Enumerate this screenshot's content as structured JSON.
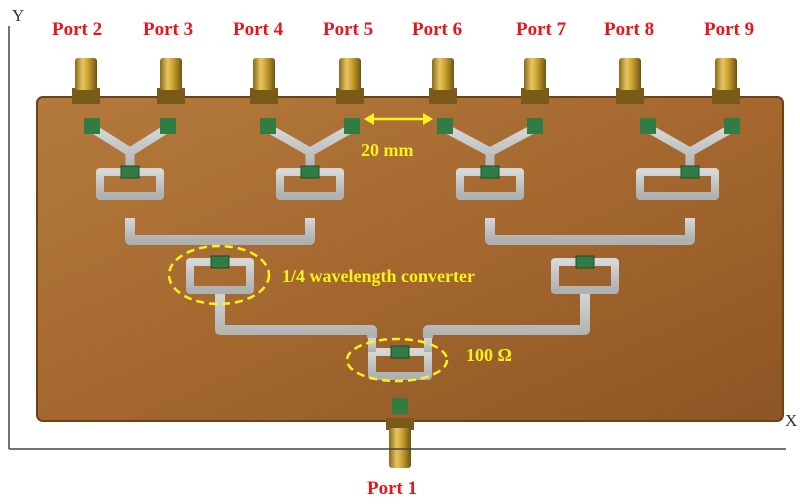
{
  "axes": {
    "y_label": "Y",
    "x_label": "X"
  },
  "ports": [
    {
      "id": "port-2",
      "label": "Port 2"
    },
    {
      "id": "port-3",
      "label": "Port 3"
    },
    {
      "id": "port-4",
      "label": "Port 4"
    },
    {
      "id": "port-5",
      "label": "Port 5"
    },
    {
      "id": "port-6",
      "label": "Port 6"
    },
    {
      "id": "port-7",
      "label": "Port 7"
    },
    {
      "id": "port-8",
      "label": "Port 8"
    },
    {
      "id": "port-9",
      "label": "Port 9"
    },
    {
      "id": "port-1",
      "label": "Port 1"
    }
  ],
  "annotations": {
    "spacing": "20 mm",
    "converter": "1/4 wavelength converter",
    "resistor": "100 Ω"
  },
  "colors": {
    "board": "#a4682f",
    "trace": "#c6c9c8",
    "port_label": "#e8141b",
    "annotation": "#fff21c",
    "connector": "#c9a12f"
  }
}
